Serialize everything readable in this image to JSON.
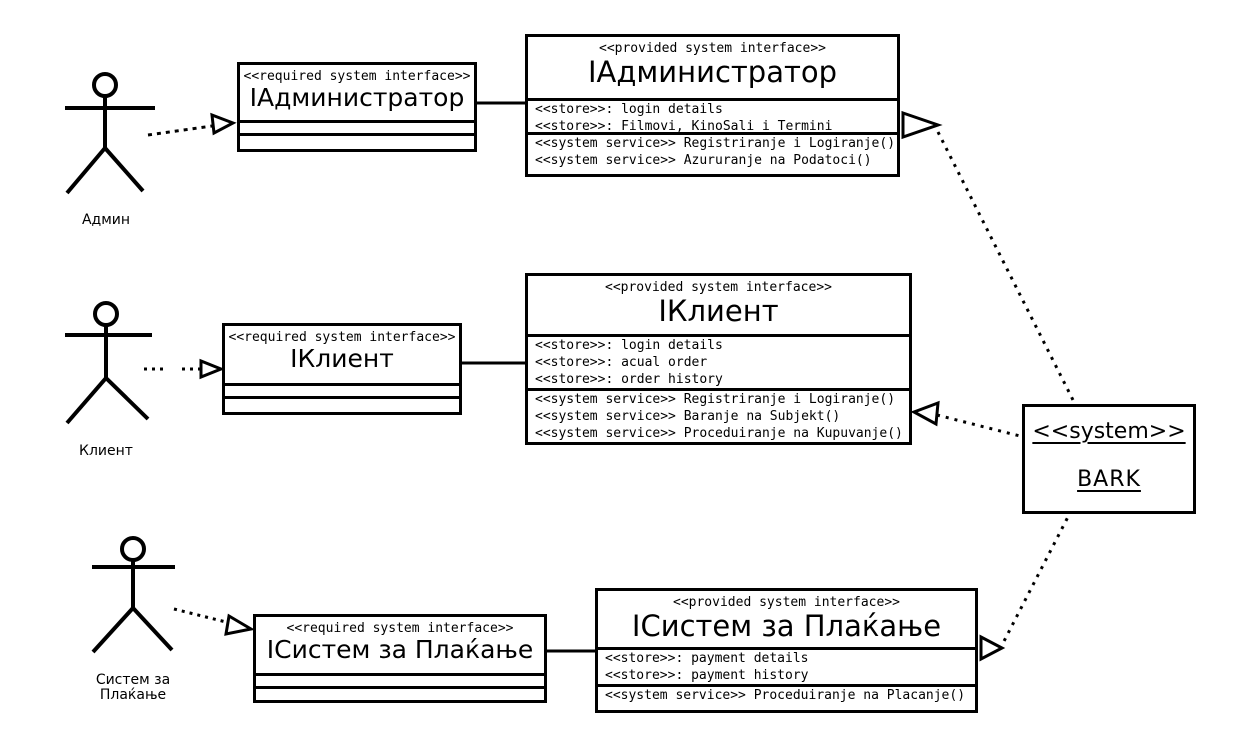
{
  "diagram": {
    "background": "#ffffff",
    "line_color": "#000000"
  },
  "actors": [
    {
      "label": "Админ"
    },
    {
      "label": "Клиент"
    },
    {
      "label": "Систем за",
      "label2": "Плаќање"
    }
  ],
  "required_interfaces": [
    {
      "stereotype": "<<required system interface>>",
      "name": "IАдминистратор"
    },
    {
      "stereotype": "<<required system interface>>",
      "name": "IКлиент"
    },
    {
      "stereotype": "<<required system interface>>",
      "name": "IСистем за Плаќање"
    }
  ],
  "provided_interfaces": [
    {
      "stereotype": "<<provided system interface>>",
      "name": "IАдминистратор",
      "stores": [
        "<<store>>: login details",
        "<<store>>: Filmovi, KinoSali i Termini"
      ],
      "services": [
        "<<system service>> Registriranje i Logiranje()",
        "<<system service>> Azururanje na Podatoci()"
      ]
    },
    {
      "stereotype": "<<provided system interface>>",
      "name": "IКлиент",
      "stores": [
        "<<store>>: login details",
        "<<store>>: acual order",
        "<<store>>: order history"
      ],
      "services": [
        "<<system service>> Registriranje i Logiranje()",
        "<<system service>> Baranje na Subjekt()",
        "<<system service>> Proceduiranje na Kupuvanje()"
      ]
    },
    {
      "stereotype": "<<provided system interface>>",
      "name": "IСистем за Плаќање",
      "stores": [
        "<<store>>: payment details",
        "<<store>>: payment history"
      ],
      "services": [
        "<<system service>> Proceduiranje na Placanje()"
      ]
    }
  ],
  "system": {
    "stereotype": "<<system>>",
    "name": "BARK"
  }
}
